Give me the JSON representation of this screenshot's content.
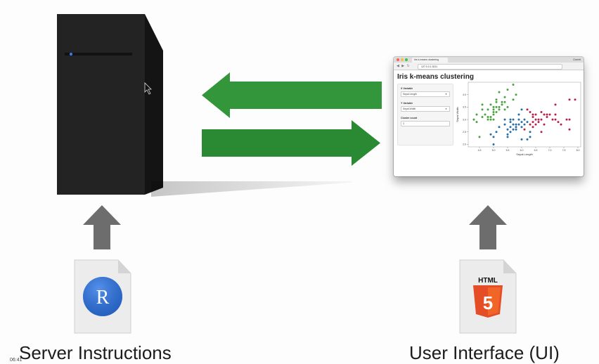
{
  "captions": {
    "server": "Server Instructions",
    "ui": "User Interface (UI)"
  },
  "timestamp": "06:41",
  "icons": {
    "r_letter": "R",
    "html_label": "HTML",
    "html_number": "5"
  },
  "colors": {
    "arrow_green": "#34963b",
    "arrow_gray": "#6d6d6d",
    "server_body": "#232323",
    "r_blue": "#2f6fd0",
    "html_orange": "#e44d26"
  },
  "browser": {
    "tab_title": "Iris k-means clustering",
    "user": "Garrett",
    "url": "127.0.0.1:3211",
    "app_title": "Iris k-means clustering",
    "x_variable_label": "X Variable",
    "x_variable_value": "Sepal.Length",
    "y_variable_label": "Y Variable",
    "y_variable_value": "Sepal.Width",
    "cluster_count_label": "Cluster count",
    "cluster_count_value": "3"
  },
  "chart_data": {
    "type": "scatter",
    "xlabel": "Sepal.Length",
    "ylabel": "Sepal.Width",
    "xlim": [
      4.1,
      8.1
    ],
    "ylim": [
      1.9,
      4.5
    ],
    "x_ticks": [
      4.5,
      5.0,
      5.5,
      6.0,
      6.5,
      7.0,
      7.5,
      8.0
    ],
    "y_ticks": [
      2.0,
      2.5,
      3.0,
      3.5,
      4.0
    ],
    "series": [
      {
        "color": "#4aa33f",
        "points": [
          [
            4.3,
            3.0
          ],
          [
            4.4,
            2.9
          ],
          [
            4.4,
            3.2
          ],
          [
            4.5,
            2.3
          ],
          [
            4.6,
            3.1
          ],
          [
            4.6,
            3.4
          ],
          [
            4.6,
            3.6
          ],
          [
            4.7,
            3.2
          ],
          [
            4.8,
            3.0
          ],
          [
            4.8,
            3.4
          ],
          [
            4.9,
            3.1
          ],
          [
            4.9,
            3.6
          ],
          [
            5.0,
            3.0
          ],
          [
            5.0,
            3.3
          ],
          [
            5.0,
            3.5
          ],
          [
            5.1,
            3.3
          ],
          [
            5.1,
            3.5
          ],
          [
            5.1,
            3.8
          ],
          [
            5.2,
            3.4
          ],
          [
            5.2,
            4.1
          ],
          [
            5.3,
            3.7
          ],
          [
            5.4,
            3.4
          ],
          [
            5.4,
            3.9
          ],
          [
            5.5,
            3.5
          ],
          [
            5.5,
            4.2
          ],
          [
            5.7,
            3.8
          ],
          [
            5.7,
            4.4
          ],
          [
            5.8,
            4.0
          ],
          [
            5.0,
            3.2
          ],
          [
            5.2,
            3.5
          ],
          [
            4.8,
            3.1
          ],
          [
            5.4,
            3.7
          ],
          [
            5.1,
            3.7
          ],
          [
            4.9,
            3.0
          ],
          [
            5.0,
            3.4
          ],
          [
            5.3,
            3.6
          ]
        ]
      },
      {
        "color": "#2a6ea6",
        "points": [
          [
            4.9,
            2.4
          ],
          [
            5.0,
            2.0
          ],
          [
            5.0,
            2.3
          ],
          [
            5.1,
            2.5
          ],
          [
            5.2,
            2.7
          ],
          [
            5.4,
            3.0
          ],
          [
            5.5,
            2.3
          ],
          [
            5.5,
            2.4
          ],
          [
            5.5,
            2.6
          ],
          [
            5.6,
            2.5
          ],
          [
            5.6,
            2.7
          ],
          [
            5.6,
            3.0
          ],
          [
            5.7,
            2.6
          ],
          [
            5.7,
            2.8
          ],
          [
            5.7,
            3.0
          ],
          [
            5.8,
            2.7
          ],
          [
            5.8,
            2.6
          ],
          [
            5.9,
            3.0
          ],
          [
            5.9,
            3.2
          ],
          [
            6.0,
            2.2
          ],
          [
            6.0,
            2.7
          ],
          [
            6.0,
            3.4
          ],
          [
            6.1,
            2.8
          ],
          [
            6.1,
            3.0
          ],
          [
            6.2,
            2.2
          ],
          [
            6.2,
            2.9
          ],
          [
            6.3,
            2.5
          ],
          [
            6.3,
            2.3
          ],
          [
            5.6,
            2.9
          ],
          [
            5.8,
            2.8
          ],
          [
            5.4,
            2.8
          ],
          [
            6.0,
            2.9
          ],
          [
            5.9,
            2.8
          ]
        ]
      },
      {
        "color": "#b8234a",
        "points": [
          [
            6.3,
            2.8
          ],
          [
            6.3,
            3.3
          ],
          [
            6.4,
            2.7
          ],
          [
            6.4,
            3.1
          ],
          [
            6.4,
            3.2
          ],
          [
            6.5,
            2.8
          ],
          [
            6.5,
            3.0
          ],
          [
            6.6,
            2.9
          ],
          [
            6.6,
            3.0
          ],
          [
            6.7,
            2.5
          ],
          [
            6.7,
            3.0
          ],
          [
            6.7,
            3.3
          ],
          [
            6.8,
            2.8
          ],
          [
            6.8,
            3.2
          ],
          [
            6.9,
            3.1
          ],
          [
            7.0,
            3.2
          ],
          [
            7.1,
            3.0
          ],
          [
            7.2,
            3.0
          ],
          [
            7.2,
            3.2
          ],
          [
            7.2,
            3.6
          ],
          [
            7.3,
            2.9
          ],
          [
            7.4,
            2.8
          ],
          [
            7.6,
            3.0
          ],
          [
            7.7,
            2.6
          ],
          [
            7.7,
            3.0
          ],
          [
            7.7,
            3.8
          ],
          [
            7.9,
            3.8
          ],
          [
            6.1,
            2.6
          ],
          [
            6.5,
            3.2
          ],
          [
            6.9,
            3.2
          ],
          [
            6.4,
            2.9
          ],
          [
            6.2,
            3.4
          ]
        ]
      }
    ]
  }
}
